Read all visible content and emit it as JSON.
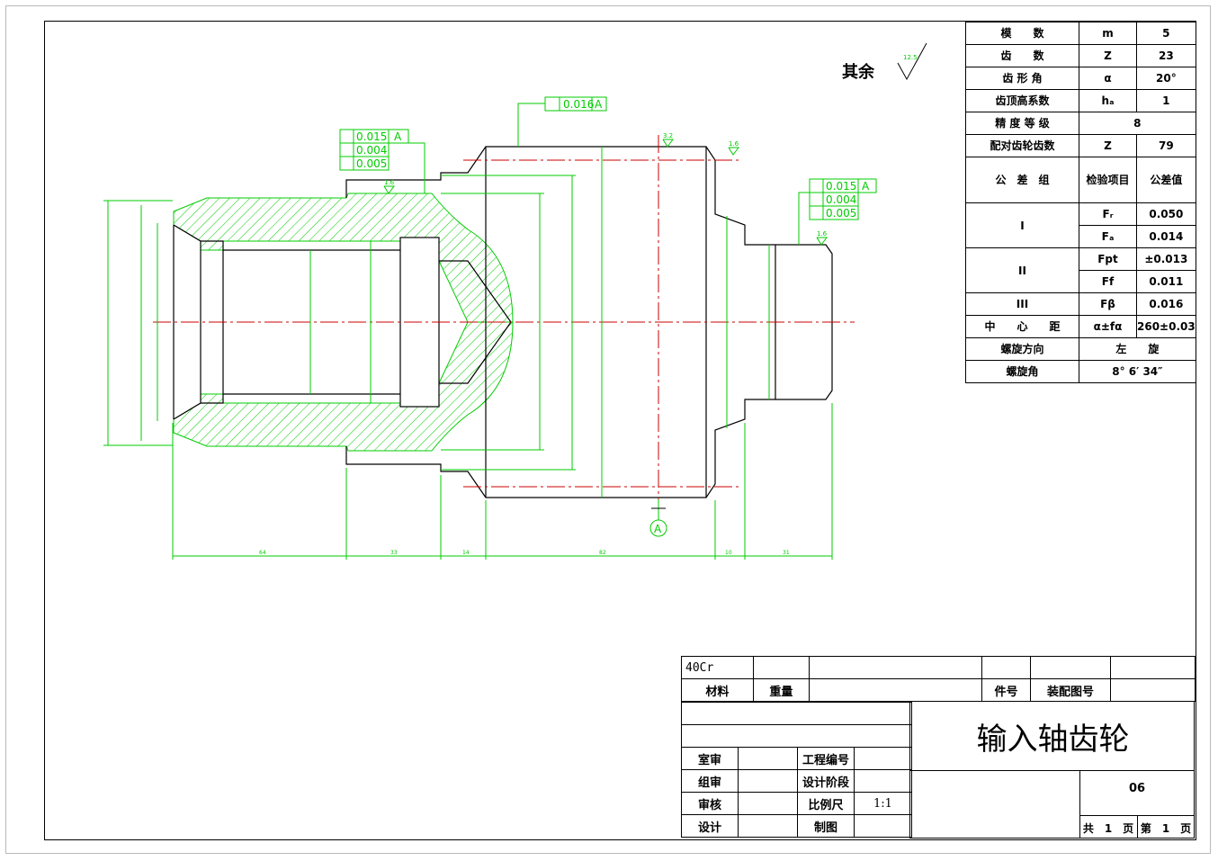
{
  "remark": {
    "label": "其余",
    "roughness": "12.5"
  },
  "drawing": {
    "datum_label": "A",
    "tolerance_left": [
      "0.015",
      "A",
      "0.004",
      "0.005"
    ],
    "tolerance_top": [
      "0.016",
      "A"
    ],
    "tolerance_right": [
      "0.015",
      "A",
      "0.004",
      "0.005"
    ],
    "roughness_marks": [
      "1.6",
      "3.2",
      "1.6",
      "1.6"
    ],
    "dims_bottom": [
      "64",
      "33",
      "14",
      "82",
      "10",
      "31"
    ]
  },
  "gear_params": {
    "rows": [
      [
        "模　　数",
        "m",
        "5"
      ],
      [
        "齿　　数",
        "Z",
        "23"
      ],
      [
        "齿 形 角",
        "α",
        "20°"
      ],
      [
        "齿顶高系数",
        "hₐ",
        "1"
      ]
    ],
    "precision": {
      "label": "精 度 等 级",
      "value": "8"
    },
    "mating": {
      "label": "配对齿轮齿数",
      "symbol": "Z",
      "value": "79"
    },
    "header": {
      "group": "公　差　组",
      "item": "检验项目",
      "tol": "公差值"
    },
    "group_I": {
      "name": "I",
      "items": [
        [
          "Fᵣ",
          "0.050"
        ],
        [
          "Fₐ",
          "0.014"
        ]
      ]
    },
    "group_II": {
      "name": "II",
      "items": [
        [
          "Fpt",
          "±0.013"
        ],
        [
          "Ff",
          "0.011"
        ]
      ]
    },
    "group_III": {
      "name": "III",
      "items": [
        [
          "Fβ",
          "0.016"
        ]
      ]
    },
    "center": {
      "label": "中　　心　　距",
      "symbol": "α±fα",
      "value": "260±0.03"
    },
    "helix_dir": {
      "label": "螺旋方向",
      "value": "左　　旋"
    },
    "helix_angle": {
      "label": "螺旋角",
      "value": "8° 6′ 34″"
    }
  },
  "title_block": {
    "material_value": "40Cr",
    "material_label": "材料",
    "weight_label": "重量",
    "part_no_label": "件号",
    "assembly_label": "装配图号",
    "part_name": "输入轴齿轮",
    "drawing_no": "06",
    "room_review": "室审",
    "project_no": "工程编号",
    "group_review": "组审",
    "design_stage": "设计阶段",
    "review": "审核",
    "scale_label": "比例尺",
    "scale_value": "1:1",
    "design": "设计",
    "drafting": "制图",
    "pages": "共　1　页",
    "page_no": "第　1　页"
  },
  "colors": {
    "line": "#00cc00",
    "center": "#cc0000",
    "frame": "#000000"
  }
}
